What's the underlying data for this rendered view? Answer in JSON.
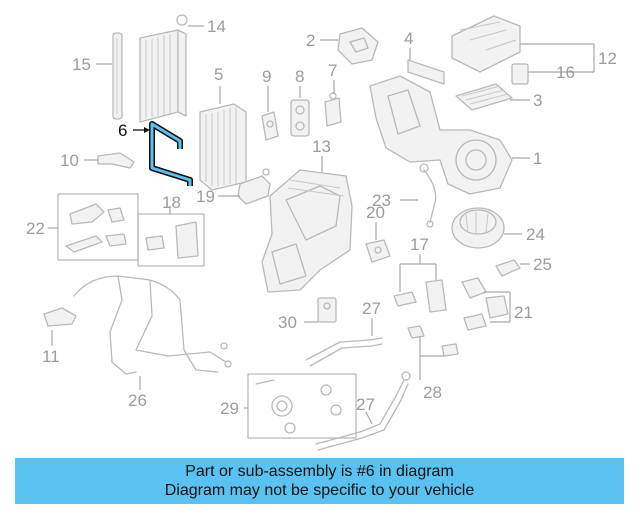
{
  "diagram": {
    "labels": {
      "l1": "1",
      "l2": "2",
      "l3": "3",
      "l4": "4",
      "l5": "5",
      "l6": "6",
      "l7": "7",
      "l8": "8",
      "l9": "9",
      "l10": "10",
      "l11": "11",
      "l12": "12",
      "l13": "13",
      "l14": "14",
      "l15": "15",
      "l16": "16",
      "l17": "17",
      "l18": "18",
      "l19": "19",
      "l20": "20",
      "l21": "21",
      "l22": "22",
      "l23": "23",
      "l24": "24",
      "l25": "25",
      "l26": "26",
      "l27a": "27",
      "l27b": "27",
      "l28": "28",
      "l29": "29",
      "l30": "30"
    },
    "highlighted_part": "6",
    "highlight_color": "#5ac2f0",
    "part_color": "#b9b9b9"
  },
  "banner": {
    "line1": "Part or sub-assembly is #6 in diagram",
    "line2": "Diagram may not be specific to your vehicle",
    "color": "#5ac2f0"
  }
}
